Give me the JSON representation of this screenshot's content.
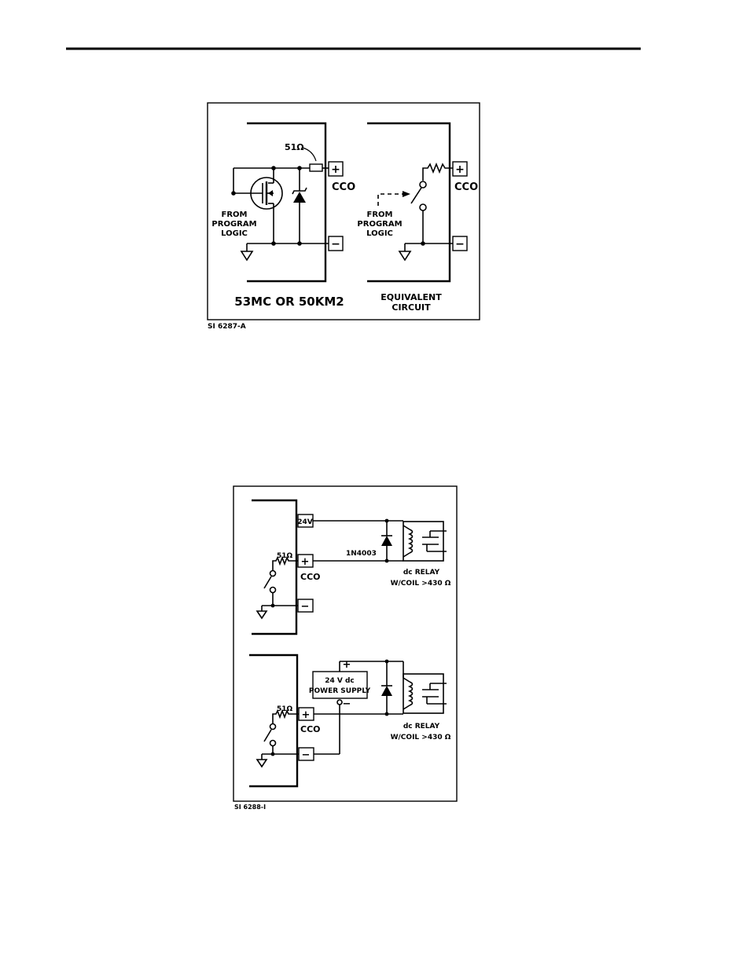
{
  "figure1": {
    "resistor_label": "51Ω",
    "plus_sign": "+",
    "minus_sign": "−",
    "terminal_label": "CCO",
    "from_label": [
      "FROM",
      "PROGRAM",
      "LOGIC"
    ],
    "left_caption": "53MC OR 50KM2",
    "right_caption": [
      "EQUIVALENT",
      "CIRCUIT"
    ],
    "id_label": "SI 6287-A"
  },
  "figure2": {
    "terminal_24v": "24V",
    "plus_sign": "+",
    "minus_sign": "−",
    "resistor_label": "51Ω",
    "terminal_label": "CCO",
    "diode_label": "1N4003",
    "relay_label": [
      "dc RELAY",
      "W/COIL >430 Ω"
    ],
    "supply_label": [
      "24 V dc",
      "POWER SUPPLY"
    ],
    "id_label": "SI 6288-I"
  }
}
